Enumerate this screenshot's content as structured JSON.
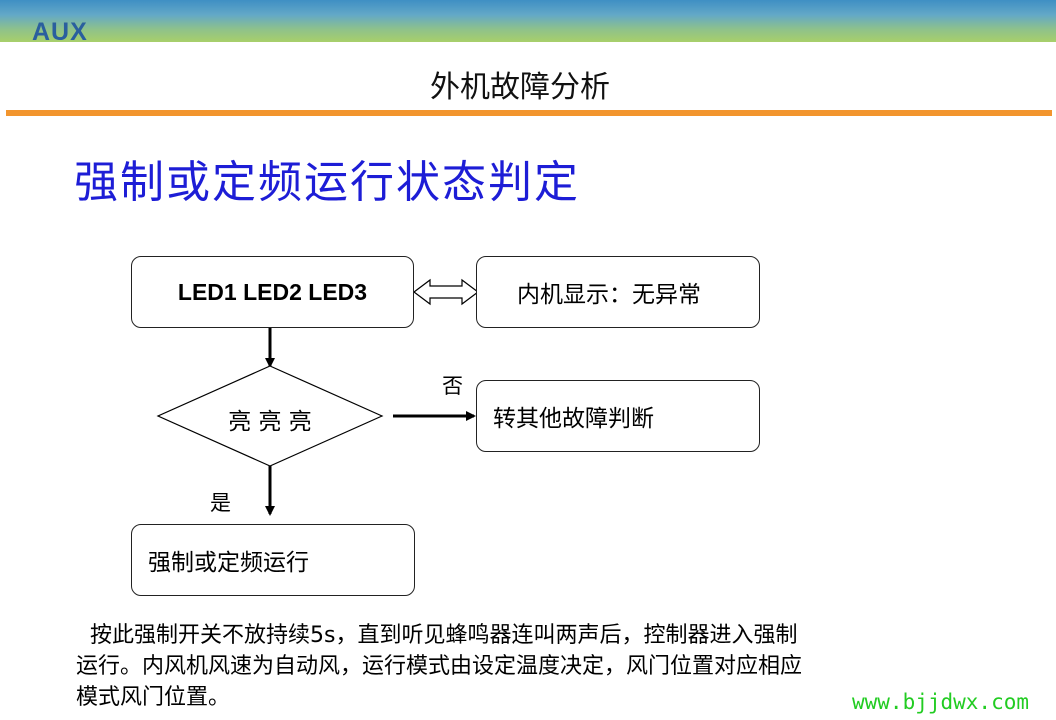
{
  "header": {
    "logo": "AUX",
    "title": "外机故障分析"
  },
  "slide": {
    "title": "强制或定频运行状态判定"
  },
  "flowchart": {
    "led_box": "LED1 LED2 LED3",
    "indoor_display": "内机显示：无异常",
    "decision": "亮 亮 亮",
    "no_label": "否",
    "no_result": "转其他故障判断",
    "yes_label": "是",
    "yes_result": "强制或定频运行"
  },
  "description": {
    "line1": "按此强制开关不放持续5s，直到听见蜂鸣器连叫两声后，控制器进入强制",
    "line2": "运行。内风机风速为自动风，运行模式由设定温度决定，风门位置对应相应",
    "line3": "模式风门位置。"
  },
  "watermark": "www.bjjdwx.com",
  "colors": {
    "title_blue": "#1d1dd6",
    "orange_rule": "#f2952e",
    "watermark_green": "#22cc22"
  }
}
